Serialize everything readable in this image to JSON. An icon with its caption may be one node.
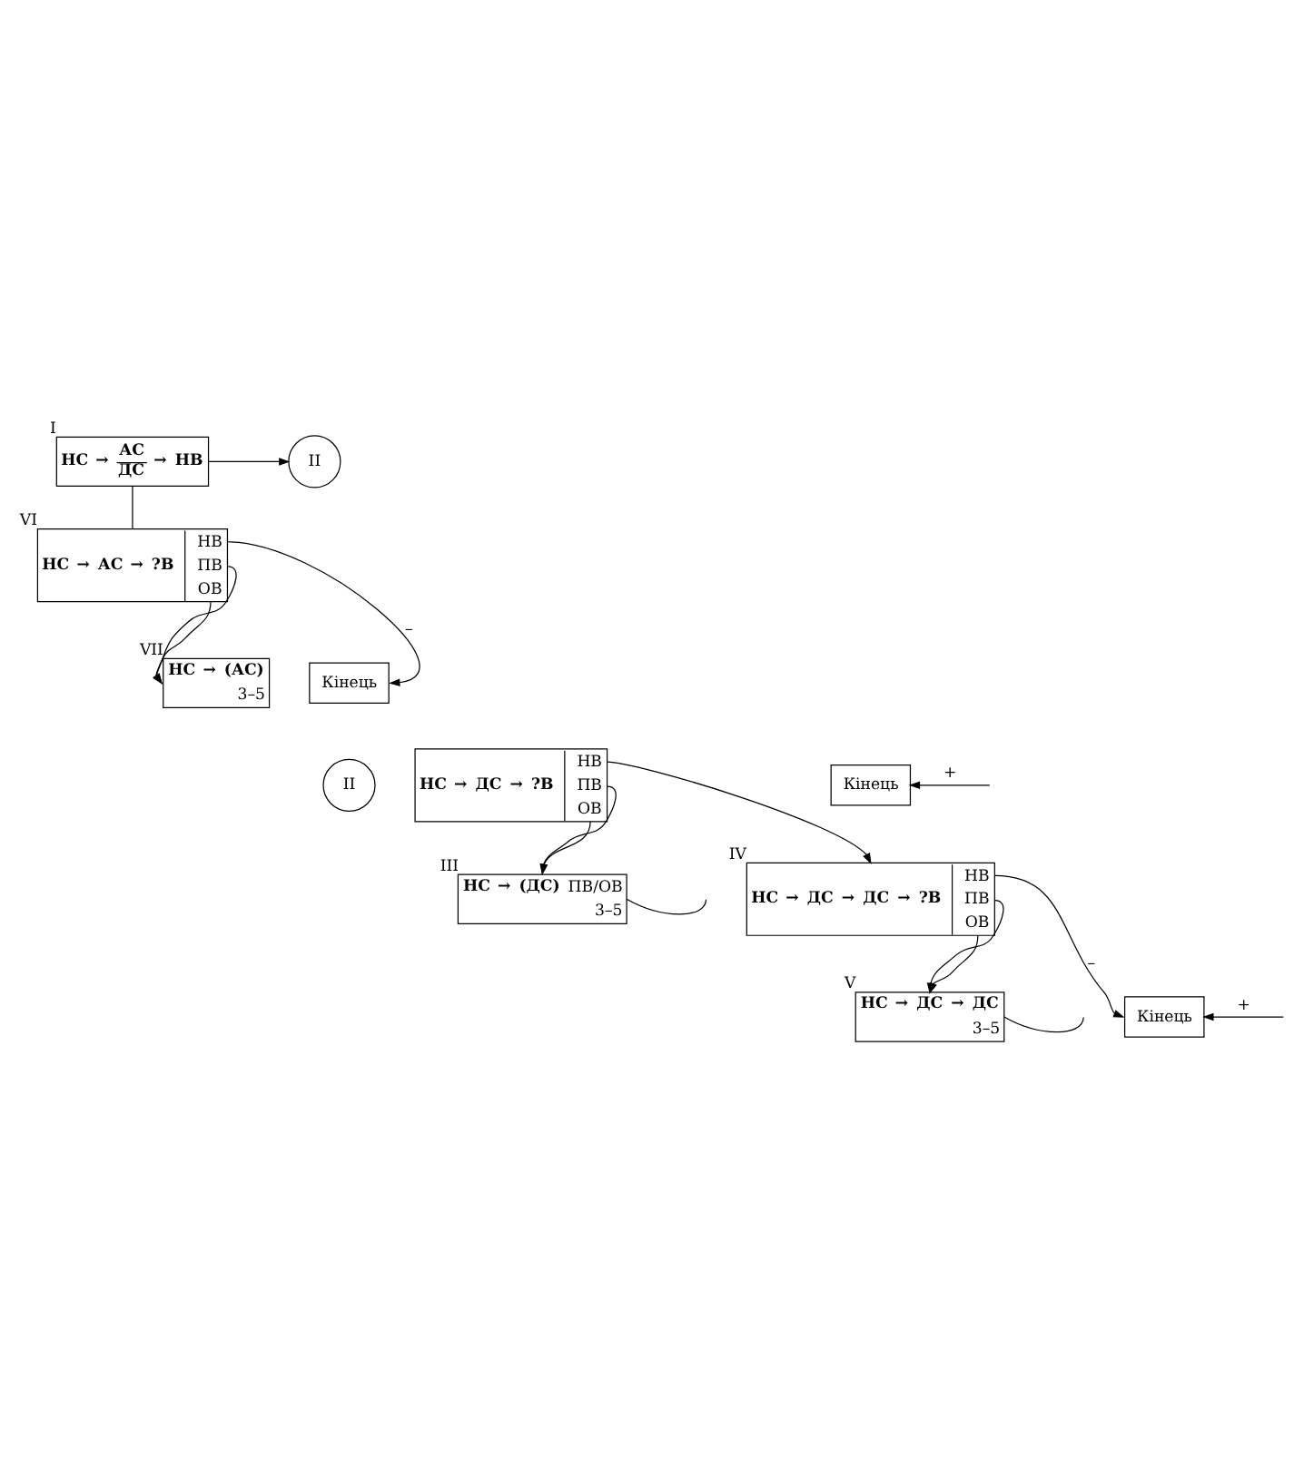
{
  "diagram": {
    "nodes": [
      {
        "text": [
          "НС",
          "→",
          "АС",
          "ДС",
          "→",
          "НВ"
        ],
        "beside": [
          "I"
        ]
      },
      {
        "text": [
          "II"
        ]
      },
      {
        "text": [
          "НС",
          "→",
          "АС",
          "→",
          "?В",
          "НВ",
          "ПВ",
          "ОВ"
        ],
        "beside": [
          "VI"
        ]
      },
      {
        "text": [
          "НС",
          "→",
          "(АС)",
          "3–5"
        ],
        "beside": [
          "VII"
        ]
      },
      {
        "text": [
          "Кінець"
        ]
      },
      {
        "text": [
          "II"
        ]
      },
      {
        "text": [
          "НС",
          "→",
          "ДС",
          "→",
          "?В",
          "НВ",
          "ПВ",
          "ОВ"
        ]
      },
      {
        "text": [
          "НС",
          "→",
          "(ДС)",
          "ПВ/ОВ",
          "3–5"
        ],
        "beside": [
          "III"
        ]
      },
      {
        "text": [
          "Кінець"
        ]
      },
      {
        "text": [
          "НС",
          "→",
          "ДС",
          "→",
          "ДС",
          "→",
          "?В",
          "НВ",
          "ПВ",
          "ОВ"
        ],
        "beside": [
          "IV"
        ]
      },
      {
        "text": [
          "НС",
          "→",
          "ДС",
          "→",
          "ДС",
          "3–5"
        ],
        "beside": [
          "V"
        ]
      },
      {
        "text": [
          "Кінець"
        ]
      }
    ],
    "edges": [
      {
        "from": 0,
        "to": 1,
        "arrow": "to"
      },
      {
        "from": 0,
        "to": 2,
        "arrow": "none"
      },
      {
        "from": 2,
        "to": 3,
        "arrow": "to"
      },
      {
        "from": 2,
        "to": 3,
        "arrow": "to"
      },
      {
        "from": 2,
        "to": 4,
        "arrow": "to",
        "label": "–"
      },
      {
        "from": 6,
        "to": 7,
        "arrow": "to"
      },
      {
        "from": 6,
        "to": 7,
        "arrow": "to"
      },
      {
        "from": 6,
        "to": 9,
        "arrow": "to"
      },
      {
        "from": 7,
        "to": null,
        "arrow": "none"
      },
      {
        "from": null,
        "to": 8,
        "arrow": "to",
        "label": "+"
      },
      {
        "from": 9,
        "to": 10,
        "arrow": "to"
      },
      {
        "from": 9,
        "to": 10,
        "arrow": "to"
      },
      {
        "from": 9,
        "to": 11,
        "arrow": "to",
        "label": "–"
      },
      {
        "from": 10,
        "to": null,
        "arrow": "none"
      },
      {
        "from": null,
        "to": 11,
        "arrow": "to",
        "label": "+"
      }
    ]
  }
}
